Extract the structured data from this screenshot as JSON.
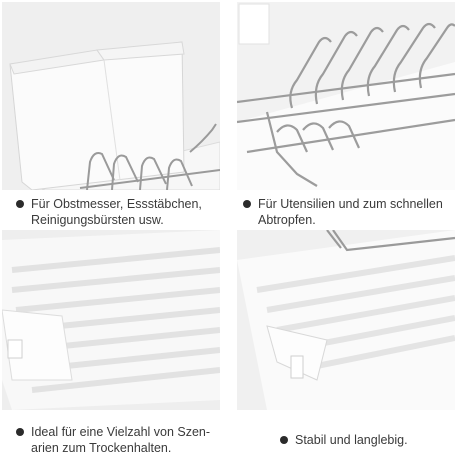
{
  "captions": [
    {
      "text": "Für Obstmesser, Essstäbchen,\nReinigungsbürsten usw."
    },
    {
      "text": "Für Utensilien und zum schnellen\nAbtropfen."
    },
    {
      "text": "Ideal für eine Vielzahl von Szen-\narien zum Trockenhalten."
    },
    {
      "text": "Stabil und langlebig."
    }
  ],
  "colors": {
    "panel_bg": "#f1f1f1",
    "plastic": "#fafafa",
    "steel": "#9a9a9a",
    "bullet": "#2b2b2b"
  }
}
